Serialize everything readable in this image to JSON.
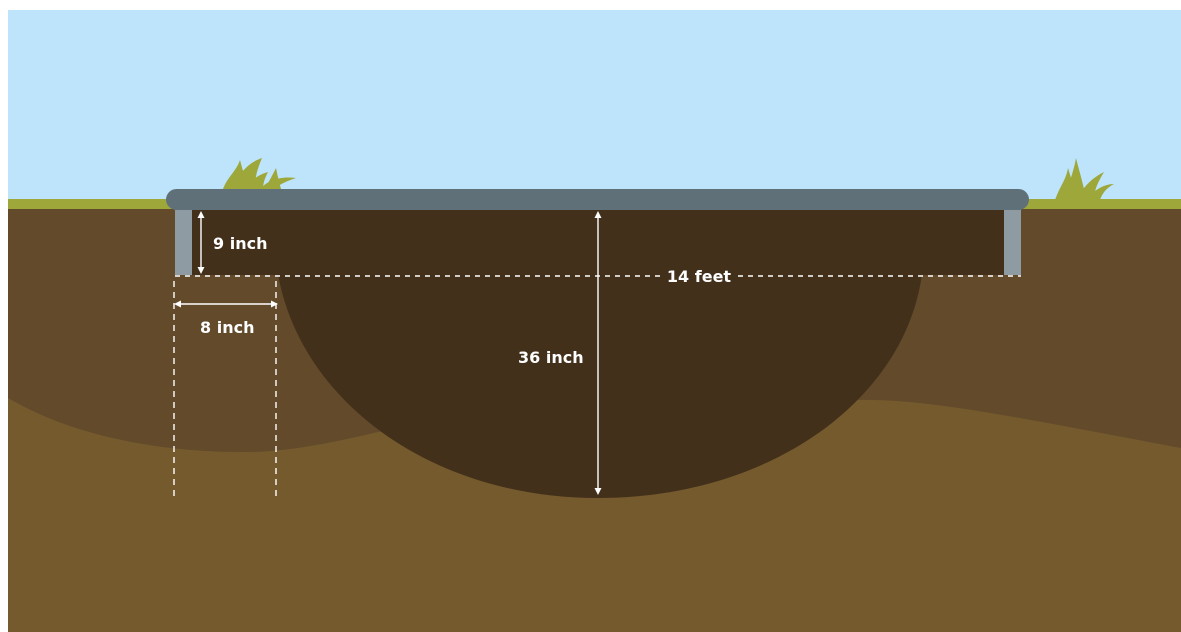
{
  "labels": {
    "rim_height": "9 inch",
    "inset_width": "8 inch",
    "diameter": "14 feet",
    "pit_depth": "36 inch"
  },
  "colors": {
    "sky": "#bde4fb",
    "grass": "#9ea73a",
    "soil_upper": "#624a2b",
    "soil_lower": "#755a2e",
    "pit": "#43301b",
    "frame": "#607079",
    "frame_legs": "#8e9ba3",
    "dimension_lines": "#ffffff"
  }
}
